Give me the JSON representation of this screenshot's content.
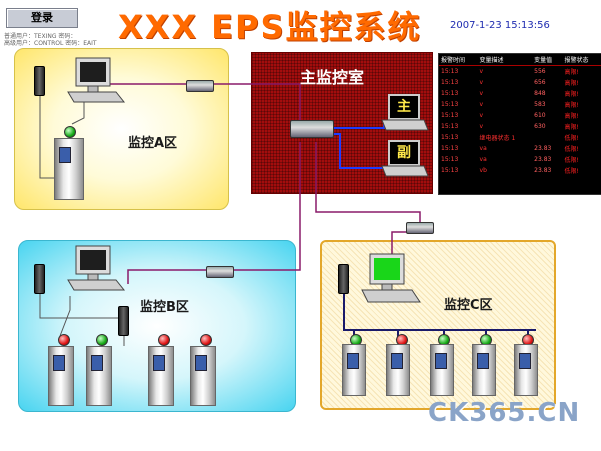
{
  "header": {
    "login_label": "登录",
    "title": "XXX  EPS监控系统",
    "datetime": "2007-1-23  15:13:56",
    "user_line_1": "普通用户：TEXING  密码：",
    "user_line_2": "高级用户：CONTROL 密码：EAIT"
  },
  "zones": {
    "main_room": "主监控室",
    "main_screen_primary": "主",
    "main_screen_secondary": "副",
    "zone_a": "监控A区",
    "zone_b": "监控B区",
    "zone_c": "监控C区"
  },
  "alarm_table": {
    "headers": [
      "报警时间",
      "变量描述",
      "变量值",
      "报警状态"
    ],
    "rows": [
      {
        "time": "15:13",
        "var": "v",
        "value": "556",
        "state": "高限!"
      },
      {
        "time": "15:13",
        "var": "v",
        "value": "656",
        "state": "高限!"
      },
      {
        "time": "15:13",
        "var": "v",
        "value": "848",
        "state": "高限!"
      },
      {
        "time": "15:13",
        "var": "v",
        "value": "583",
        "state": "高限!"
      },
      {
        "time": "15:13",
        "var": "v",
        "value": "610",
        "state": "高限!"
      },
      {
        "time": "15:13",
        "var": "v",
        "value": "630",
        "state": "高限!"
      },
      {
        "time": "15:13",
        "var": "继电器状态 1",
        "value": "",
        "state": "低限!"
      },
      {
        "time": "15:13",
        "var": "va",
        "value": "23.83",
        "state": "低限!"
      },
      {
        "time": "15:13",
        "var": "va",
        "value": "23.83",
        "state": "低限!"
      },
      {
        "time": "15:13",
        "var": "vb",
        "value": "23.83",
        "state": "低限!"
      }
    ]
  },
  "watermark": "CK365.CN",
  "colors": {
    "title": "#ff6a00",
    "main_room": "#a30d0d",
    "zone_a": "#ffe66b",
    "zone_b": "#48d4f0",
    "zone_c": "#fff8dc",
    "lamp_ok": "#16a916",
    "lamp_alarm": "#e01515",
    "network_line": "#8a1a6a",
    "lan_line": "#1e3cff"
  }
}
